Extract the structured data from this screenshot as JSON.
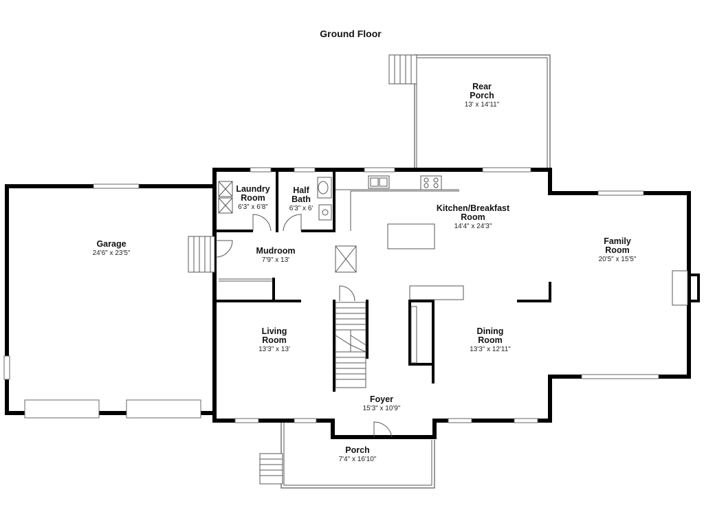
{
  "title": "Ground Floor",
  "rooms": {
    "rear_porch": {
      "name_lines": [
        "Rear",
        "Porch"
      ],
      "dims": "13' x 14'11\""
    },
    "laundry": {
      "name_lines": [
        "Laundry",
        "Room"
      ],
      "dims": "6'3\" x 6'8\""
    },
    "half_bath": {
      "name_lines": [
        "Half",
        "Bath"
      ],
      "dims": "6'3\" x 6'"
    },
    "kitchen": {
      "name_lines": [
        "Kitchen/Breakfast",
        "Room"
      ],
      "dims": "14'4\" x 24'3\""
    },
    "garage": {
      "name_lines": [
        "Garage"
      ],
      "dims": "24'6\" x 23'5\""
    },
    "mudroom": {
      "name_lines": [
        "Mudroom"
      ],
      "dims": "7'9\" x 13'"
    },
    "family": {
      "name_lines": [
        "Family",
        "Room"
      ],
      "dims": "20'5\" x 15'5\""
    },
    "living": {
      "name_lines": [
        "Living",
        "Room"
      ],
      "dims": "13'3\" x 13'"
    },
    "dining": {
      "name_lines": [
        "Dining",
        "Room"
      ],
      "dims": "13'3\" x 12'11\""
    },
    "foyer": {
      "name_lines": [
        "Foyer"
      ],
      "dims": "15'3\" x 10'9\""
    },
    "porch": {
      "name_lines": [
        "Porch"
      ],
      "dims": "7'4\" x 16'10\""
    }
  }
}
